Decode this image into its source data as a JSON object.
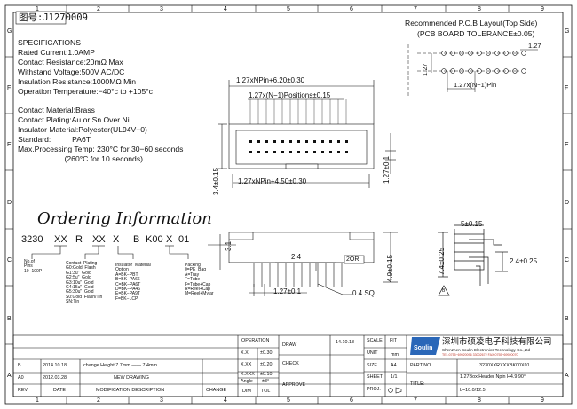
{
  "drawing_number": "图号:J1270009",
  "frame": {
    "cols": [
      "1",
      "2",
      "3",
      "4",
      "5",
      "6",
      "7",
      "8",
      "9"
    ],
    "rows": [
      "G",
      "F",
      "E",
      "D",
      "C",
      "B",
      "A"
    ]
  },
  "specifications": {
    "heading": "SPECIFICATIONS",
    "electrical": [
      "Rated Current:1.0AMP",
      "Contact Resistance:20mΩ Max",
      "Withstand Voltage:500V AC/DC",
      "Insulation Resistance:1000MΩ Min",
      "Operation Temperature:−40°c to +105°c"
    ],
    "material": [
      "Contact Material:Brass",
      "Contact Plating:Au or Sn Over Ni",
      "Insulator Material:Polyester(UL94V−0)",
      "Standard:          PA6T",
      "Max.Processing Temp: 230°C for 30−60 seconds",
      "                      (260°C for 10 seconds)"
    ]
  },
  "pcb_layout": {
    "title": "Recommended P.C.B Layout(Top Side)",
    "subtitle": "(PCB BOARD TOLERANCE±0.05)",
    "dim_top": "1.27",
    "dim_left": "1.27",
    "dim_bottom": "1.27x(N−1)Pin"
  },
  "top_view": {
    "dim_overall": "1.27xNPin+6.20±0.30",
    "dim_positions": "1.27x(N−1)Positions±0.15",
    "dim_height": "3.4±0.15",
    "dim_pitch": "1.27±0.1",
    "dim_bottom": "1.27xNPin+4.50±0.30"
  },
  "front_view": {
    "dim_3_1": "3.1",
    "dim_2_4": "2.4",
    "label_2or": "2OR",
    "dim_pitch": "1.27±0.1",
    "dim_sq": "0.4 SQ",
    "dim_height": "4.9±0.15"
  },
  "side_view": {
    "dim_top": "5±0.15",
    "dim_left": "7.4±0.25",
    "dim_right": "2.4±0.25",
    "marker": "B"
  },
  "ordering": {
    "title": "Ordering Information",
    "code": [
      "3230",
      "XX",
      "R",
      "XX",
      "X",
      "B",
      "K00",
      "X",
      "01"
    ],
    "no_of_pins": [
      "No.of",
      "Pins",
      "10−100P"
    ],
    "contact_plating": [
      "Contact  Plating",
      "G0:Gold  Flash",
      "G1:3u\"  Gold",
      "G2:5u\"  Gold",
      "G3:10u\"  Gold",
      "G4:15u\"  Gold",
      "G5:30u\"  Gold",
      "S0:Gold  Flash/Tin",
      "SN:Tin"
    ],
    "insulator": [
      "Insulator  Material",
      "Option",
      "A=BK−PBT",
      "B=BK−PA66",
      "C=BK−PA6T",
      "D=BK−PA46",
      "E=BK−PA9T",
      "F=BK−LCP"
    ],
    "packing": [
      "Packing",
      "0=PE  Bag",
      "A=Tray",
      "T=Tube",
      "F=Tube+Cap",
      "R=Reel+Cap",
      "M=Reel+Mylar"
    ]
  },
  "title_block": {
    "revisions": [
      {
        "rev": "B",
        "date": "2014.10.18",
        "desc": "change  Height  7.7mm  ——  7.4mm"
      },
      {
        "rev": "A0",
        "date": "2012.03.28",
        "desc": "NEW  DRAWING"
      }
    ],
    "headers": {
      "rev": "REV",
      "date": "DATE",
      "desc": "MODIFICATION  DESCRIPTION",
      "change": "CHANGE"
    },
    "tolerance": {
      "operation": "OPERATION",
      "rows": [
        [
          "X.X",
          "±0.30"
        ],
        [
          "X.XX",
          "±0.20"
        ],
        [
          "X.XXX",
          "±0.10"
        ],
        [
          "Angle",
          "±3°"
        ]
      ],
      "dim": "DIM",
      "tol": "TOL"
    },
    "draw": "DRAW",
    "draw_date": "14.10.18",
    "check": "CHECK",
    "approve": "APPROVE",
    "scale": "SCALE",
    "scale_value": "FIT",
    "unit": "UNIT",
    "unit_value": "mm",
    "size": "SIZE",
    "size_value": "A4",
    "sheet": "SHEET",
    "sheet_value": "1/1",
    "proj": "PROJ.",
    "company_cn": "深圳市硕凌电子科技有限公司",
    "company_en": "Shenzhen Soulin Electronics Technology Co.,Ltd",
    "company_tel": "TEL:0755−69920096 33002672   FAX:0755−69920070",
    "logo": "Soulin",
    "part_no_label": "PART NO.",
    "part_no": "3230XXRXXXBK00X01",
    "title_label": "TITLE:",
    "title_value": "1.27Box Header Npin H4.9 90°",
    "title_value2": "L=10.0/12.5"
  }
}
